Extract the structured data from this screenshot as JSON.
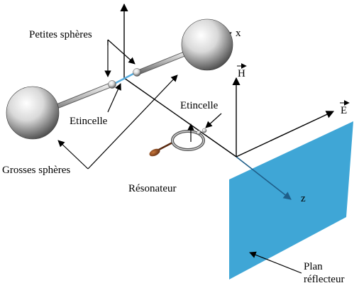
{
  "labels": {
    "small_spheres": "Petites sphères",
    "spark_emitter": "Etincelle",
    "spark_resonator": "Etincelle",
    "large_spheres": "Grosses sphères",
    "resonator": "Résonateur",
    "reflector_line1": "Plan",
    "reflector_line2": "réflecteur"
  },
  "axes": {
    "x": "x",
    "z": "z",
    "H": "H",
    "E": "E"
  },
  "colors": {
    "plane": "#3fa6d6",
    "z_axis": "#1f5f8a",
    "ink": "#000000"
  }
}
